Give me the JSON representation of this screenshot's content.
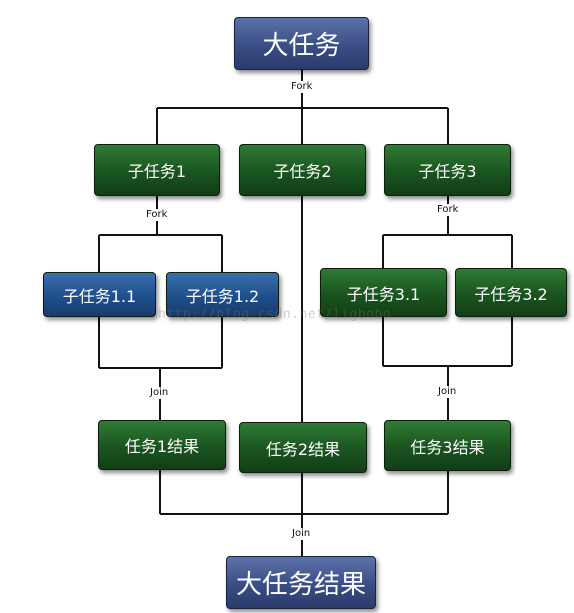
{
  "nodes": {
    "big_task": "大任务",
    "sub1": "子任务1",
    "sub2": "子任务2",
    "sub3": "子任务3",
    "sub1_1": "子任务1.1",
    "sub1_2": "子任务1.2",
    "sub3_1": "子任务3.1",
    "sub3_2": "子任务3.2",
    "result1": "任务1结果",
    "result2": "任务2结果",
    "result3": "任务3结果",
    "big_result": "大任务结果"
  },
  "labels": {
    "fork_top": "Fork",
    "fork_left": "Fork",
    "fork_right": "Fork",
    "join_left": "Join",
    "join_right": "Join",
    "join_bottom": "Join"
  },
  "watermark": "http://blog.csdn.net/ligbobo",
  "colors": {
    "green": "#1a5420",
    "blue": "#1f4f8c",
    "navy": "#3a4e86",
    "line": "#111111"
  }
}
